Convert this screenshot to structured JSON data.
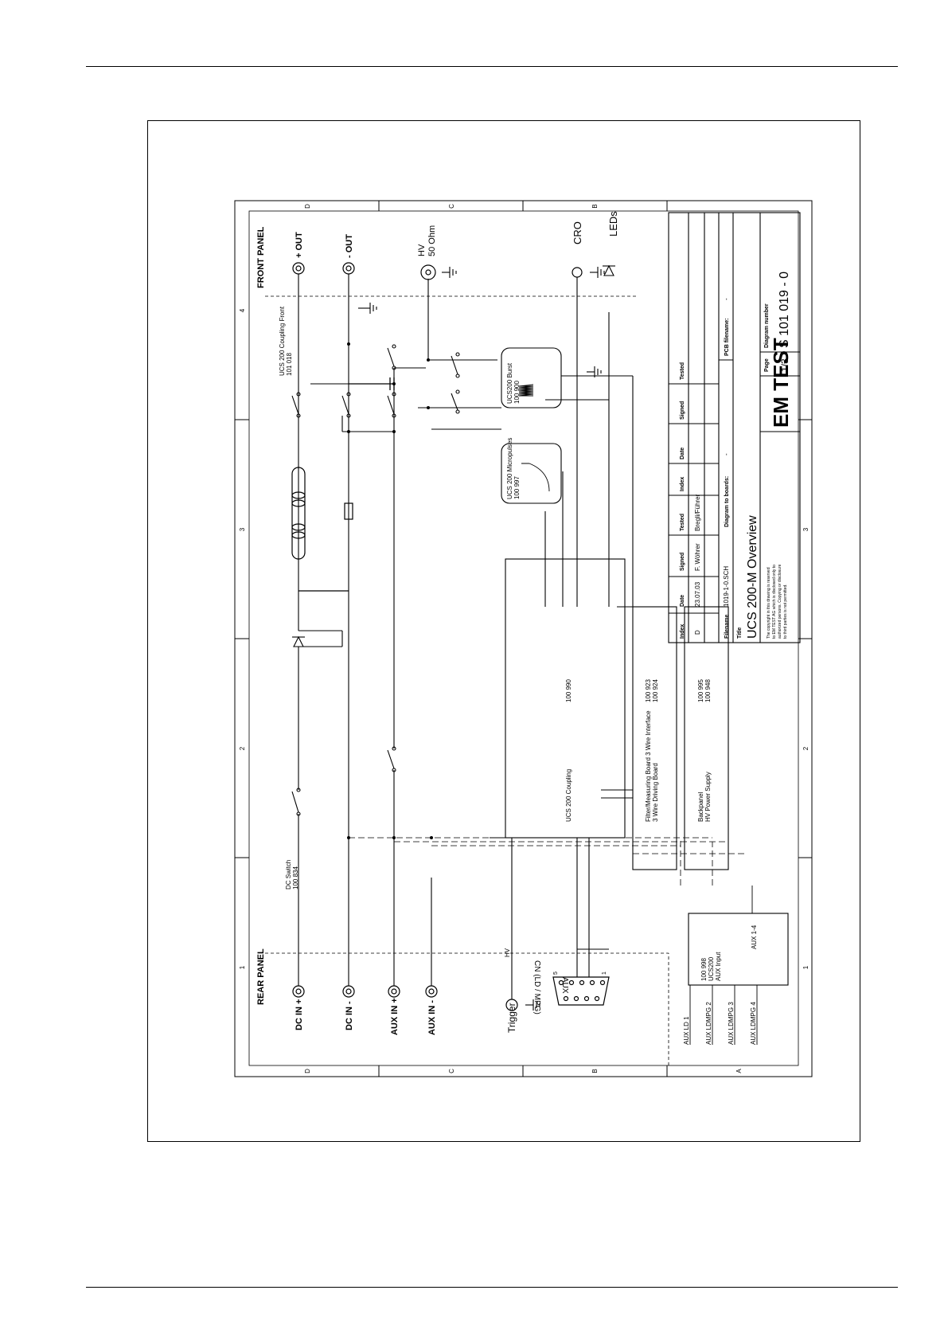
{
  "document": {
    "frame_letters": [
      "D",
      "C",
      "B",
      "A"
    ],
    "frame_numbers": [
      "1",
      "2",
      "3",
      "4"
    ]
  },
  "panels": {
    "rear": "REAR PANEL",
    "front": "FRONT PANEL"
  },
  "connectors": {
    "dc_in_plus": "DC IN +",
    "dc_in_minus": "DC IN -",
    "aux_in_plus": "AUX IN +",
    "aux_in_minus": "AUX IN -",
    "out_plus": "+ OUT",
    "out_minus": "- OUT",
    "hv_50ohm": [
      "HV",
      "50 Ohm"
    ],
    "cro": "CRO",
    "leds": "LEDs",
    "trigger": "Trigger",
    "aux_cn": [
      "AUX",
      "CN (LD / MPG)"
    ],
    "sub_d_pins": [
      "5",
      "1"
    ]
  },
  "components": {
    "dc_switch": [
      "DC Switch",
      "100 834"
    ],
    "coupling_front": [
      "UCS 200 Coupling Front",
      "101 018"
    ],
    "burst": [
      "UCS200 Burst",
      "100 900"
    ],
    "micropulses": [
      "UCS 200 Micropulses",
      "100 997"
    ],
    "coupling_board": [
      "100 990",
      "UCS 200 Coupling"
    ],
    "filter_board": [
      "100 923",
      "100 924",
      "Filter/Measuring Board 3 Wire Interface",
      "3 Wire Driving Board"
    ],
    "backpanel": [
      "100 995",
      "100 948",
      "Backpanel",
      "HV Power Supply"
    ],
    "aux_input": [
      "100 998",
      "UCS200",
      "AUX Input"
    ],
    "aux_lines": [
      "AUX LD 1",
      "AUX LDMPG 2",
      "AUX LDMPG 3",
      "AUX LDMPG 4"
    ],
    "aux_bus": "AUX 1-4",
    "hv_line": "HV"
  },
  "title_block": {
    "headers": [
      "Index",
      "Date",
      "Signed",
      "Tested",
      "Index",
      "Date",
      "Signed",
      "Tested"
    ],
    "revision": [
      "D",
      "23.07.03",
      "F. Wöhrer",
      "Bregli/Führer"
    ],
    "filename_label": "Filename",
    "filename": "1019-1-0.SCH",
    "diagram_to_boards_label": "Diagram to boards:",
    "diagram_to_boards": "-",
    "pcb_filename_label": "PCB filename:",
    "pcb_filename": "-",
    "title_label": "Title",
    "title": "UCS 200-M Overview",
    "company": "EM TEST",
    "page_label": "Page",
    "page": "1/3",
    "diagram_number_label": "Diagram number",
    "diagram_number": "S 101 019 - 0",
    "copyright": [
      "The copyright in this drawing is reserved",
      "to EM TEST AG which is disclosed only to",
      "authorized persons. Copying or disclosure",
      "to third parties is not permitted."
    ]
  }
}
